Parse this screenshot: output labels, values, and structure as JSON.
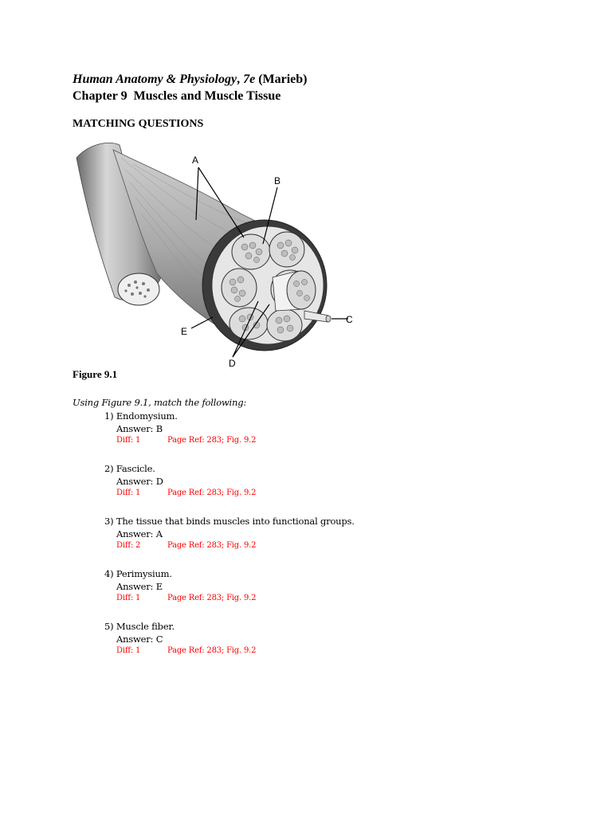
{
  "header": {
    "book_title": "Human Anatomy & Physiology",
    "edition": "7e",
    "author": "(Marieb)",
    "chapter": "Chapter 9  Muscles and Muscle Tissue"
  },
  "section_title": "MATCHING QUESTIONS",
  "figure": {
    "labels": [
      "A",
      "B",
      "C",
      "D",
      "E"
    ],
    "caption": "Figure 9.1"
  },
  "instruction": "Using Figure 9.1, match the following:",
  "questions": [
    {
      "prompt": "1) Endomysium.",
      "answer": "Answer: B",
      "diff": "Diff: 1",
      "ref": "Page Ref: 283; Fig. 9.2"
    },
    {
      "prompt": "2) Fascicle.",
      "answer": "Answer: D",
      "diff": "Diff: 1",
      "ref": "Page Ref: 283; Fig. 9.2"
    },
    {
      "prompt": "3) The tissue that binds muscles into functional groups.",
      "answer": "Answer: A",
      "diff": "Diff: 2",
      "ref": "Page Ref: 283; Fig. 9.2"
    },
    {
      "prompt": "4) Perimysium.",
      "answer": "Answer: E",
      "diff": "Diff: 1",
      "ref": "Page Ref: 283; Fig. 9.2"
    },
    {
      "prompt": "5) Muscle fiber.",
      "answer": "Answer: C",
      "diff": "Diff: 1",
      "ref": "Page Ref: 283; Fig. 9.2"
    }
  ],
  "colors": {
    "meta_text": "#ff0000"
  }
}
